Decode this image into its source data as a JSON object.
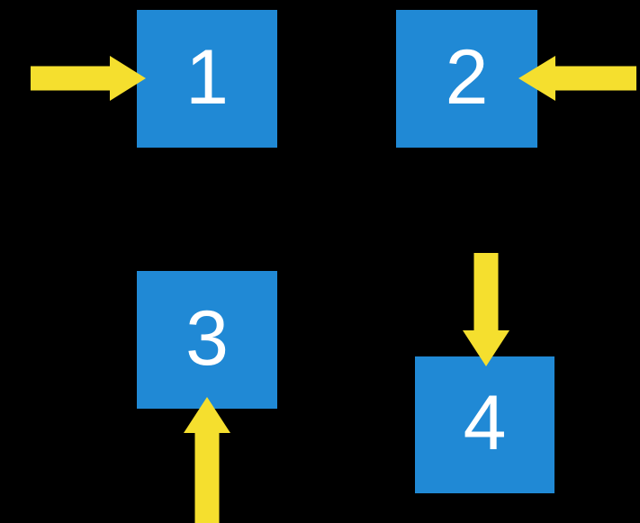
{
  "diagram": {
    "title": "Four numbered blocks with directional arrows",
    "background_color": "#000000",
    "box_color": "#2089D5",
    "arrow_color": "#F5DF2E",
    "label_color": "#FFFFFF",
    "boxes": [
      {
        "id": "box-1",
        "label": "1"
      },
      {
        "id": "box-2",
        "label": "2"
      },
      {
        "id": "box-3",
        "label": "3"
      },
      {
        "id": "box-4",
        "label": "4"
      }
    ],
    "arrows": [
      {
        "id": "arrow-into-1",
        "direction": "right",
        "target": "1"
      },
      {
        "id": "arrow-into-2",
        "direction": "left",
        "target": "2"
      },
      {
        "id": "arrow-into-4",
        "direction": "down",
        "target": "4"
      },
      {
        "id": "arrow-into-3",
        "direction": "up",
        "target": "3"
      }
    ]
  }
}
